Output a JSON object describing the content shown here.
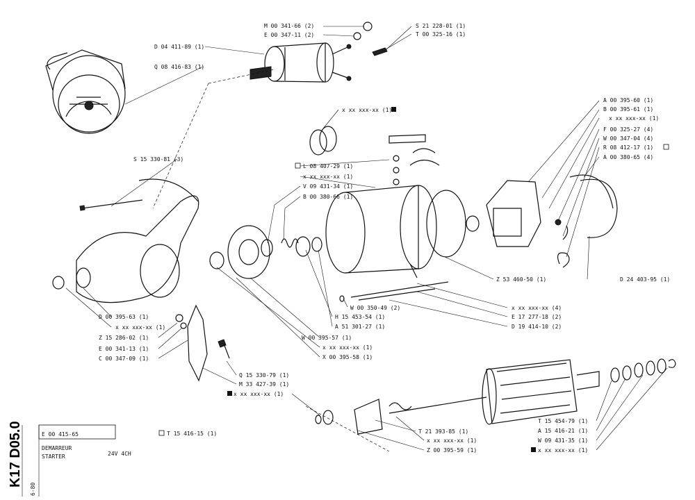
{
  "sheet": {
    "code_vertical": "K17 D05.0",
    "date_vertical": "6-80",
    "ref_number": "E 00 415-65",
    "title_fr": "DEMARREUR",
    "title_en": "STARTER",
    "spec": "24V  4CH",
    "note": "T 15 416-15 (1)"
  },
  "labels": [
    {
      "id": "m00341",
      "text": "M 00 341-66 (2)"
    },
    {
      "id": "e00347",
      "text": "E 00 347-11 (2)"
    },
    {
      "id": "s21228",
      "text": "S 21 228-01 (1)"
    },
    {
      "id": "t00325",
      "text": "T 00 325-16 (1)"
    },
    {
      "id": "d04411",
      "text": "D 04 411-89 (1)"
    },
    {
      "id": "q08416",
      "text": "Q 08 416-83 (1)"
    },
    {
      "id": "xbrush",
      "text": "x xx xxx-xx (1)"
    },
    {
      "id": "a00395",
      "text": "A 00 395-60 (1)"
    },
    {
      "id": "b00395",
      "text": "B 00 395-61 (1)"
    },
    {
      "id": "xplate",
      "text": "x xx xxx-xx (1)"
    },
    {
      "id": "f00325",
      "text": "F 00 325-27 (4)"
    },
    {
      "id": "w00347",
      "text": "W 00 347-04 (4)"
    },
    {
      "id": "r08412",
      "text": "R 08 412-17 (1)"
    },
    {
      "id": "a00380",
      "text": "A 00 380-65 (4)"
    },
    {
      "id": "s15330",
      "text": "S 15 330-81 (3)"
    },
    {
      "id": "l08407",
      "text": "L 08 407-29 (1)"
    },
    {
      "id": "xyoke",
      "text": "x xx xxx-xx (1)"
    },
    {
      "id": "v09431",
      "text": "V 09 431-34 (1)"
    },
    {
      "id": "b00380",
      "text": "B 00 380-66 (1)"
    },
    {
      "id": "z53460",
      "text": "Z 53 460-50 (1)"
    },
    {
      "id": "d24403",
      "text": "D 24 403-95 (1)"
    },
    {
      "id": "xbolt",
      "text": "x xx xxx-xx (4)"
    },
    {
      "id": "w00350",
      "text": "W 00 350-49 (2)"
    },
    {
      "id": "e17277",
      "text": "E 17 277-18 (2)"
    },
    {
      "id": "h15453",
      "text": "H 15 453-54 (1)"
    },
    {
      "id": "d19414",
      "text": "D 19 414-10 (2)"
    },
    {
      "id": "a51301",
      "text": "A 51 301-27 (1)"
    },
    {
      "id": "d00395",
      "text": "D 00 395-63 (1)"
    },
    {
      "id": "xnose",
      "text": "x xx xxx-xx (1)"
    },
    {
      "id": "z15286",
      "text": "Z 15 286-02 (1)"
    },
    {
      "id": "e00341",
      "text": "E 00 341-13 (1)"
    },
    {
      "id": "c00347",
      "text": "C 00 347-09 (1)"
    },
    {
      "id": "w00395",
      "text": "W 00 395-57 (1)"
    },
    {
      "id": "xplate2",
      "text": "x xx xxx-xx (1)"
    },
    {
      "id": "x00395",
      "text": "X 00 395-58 (1)"
    },
    {
      "id": "q15330",
      "text": "Q 15 330-79 (1)"
    },
    {
      "id": "m33427",
      "text": "M 33 427-39 (1)"
    },
    {
      "id": "xpin",
      "text": "x xx xxx-xx (1)"
    },
    {
      "id": "t21393",
      "text": "T 21 393-85 (1)"
    },
    {
      "id": "xdrive",
      "text": "x xx xxx-xx (1)"
    },
    {
      "id": "z00395",
      "text": "Z 00 395-59 (1)"
    },
    {
      "id": "t15454",
      "text": "T 15 454-79 (1)"
    },
    {
      "id": "a15416",
      "text": "A 15 416-21 (1)"
    },
    {
      "id": "w09431",
      "text": "W 09 431-35 (1)"
    },
    {
      "id": "xwasher",
      "text": "x xx xxx-xx (1)"
    }
  ]
}
